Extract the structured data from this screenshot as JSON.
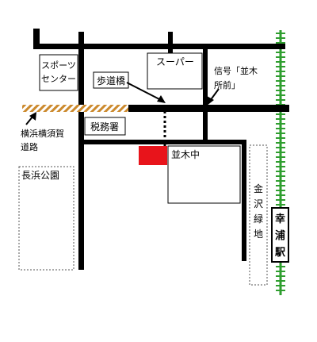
{
  "map": {
    "labels": {
      "sports_center_line1": "スポーツ",
      "sports_center_line2": "センター",
      "supermarket": "スーパー",
      "signal_line1": "信号「並木",
      "signal_line2": "所前」",
      "footbridge": "歩道橋",
      "tax_office": "税務署",
      "namiki_junior_high": "並木中",
      "expressway_line1": "横浜横須賀",
      "expressway_line2": "道路",
      "nagahama_park": "長浜公園",
      "kanazawa_green_1": "金",
      "kanazawa_green_2": "沢",
      "kanazawa_green_3": "緑",
      "kanazawa_green_4": "地",
      "station_1": "幸",
      "station_2": "浦",
      "station_3": "駅"
    },
    "colors": {
      "road": "#000000",
      "expressway": "#cc8a2e",
      "railway": "#2f9e2f",
      "school_highlight": "#e8141b",
      "park_border": "#555555"
    }
  }
}
